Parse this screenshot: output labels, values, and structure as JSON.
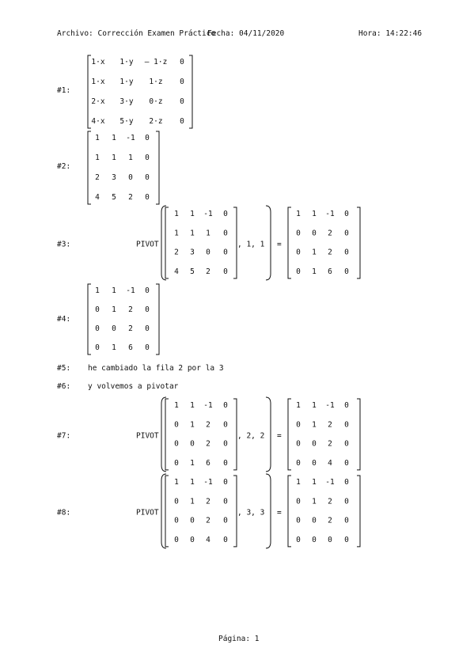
{
  "header": {
    "archivo": "Archivo: Corrección Examen Práctico",
    "fecha": "Fecha: 04/11/2020",
    "hora": "Hora: 14:22:46"
  },
  "entries": [
    {
      "label": "#1:",
      "kind": "matrix",
      "cells": [
        [
          "1·x",
          "1·y",
          "– 1·z",
          "0"
        ],
        [
          "1·x",
          "1·y",
          "1·z",
          "0"
        ],
        [
          "2·x",
          "3·y",
          "0·z",
          "0"
        ],
        [
          "4·x",
          "5·y",
          "2·z",
          "0"
        ]
      ]
    },
    {
      "label": "#2:",
      "kind": "matrix",
      "cells": [
        [
          "1",
          "1",
          "-1",
          "0"
        ],
        [
          "1",
          "1",
          "1",
          "0"
        ],
        [
          "2",
          "3",
          "0",
          "0"
        ],
        [
          "4",
          "5",
          "2",
          "0"
        ]
      ]
    },
    {
      "label": "#3:",
      "kind": "pivot",
      "fn": "PIVOT",
      "args": ", 1, 1",
      "eq": "=",
      "input": [
        [
          "1",
          "1",
          "-1",
          "0"
        ],
        [
          "1",
          "1",
          "1",
          "0"
        ],
        [
          "2",
          "3",
          "0",
          "0"
        ],
        [
          "4",
          "5",
          "2",
          "0"
        ]
      ],
      "result": [
        [
          "1",
          "1",
          "-1",
          "0"
        ],
        [
          "0",
          "0",
          "2",
          "0"
        ],
        [
          "0",
          "1",
          "2",
          "0"
        ],
        [
          "0",
          "1",
          "6",
          "0"
        ]
      ]
    },
    {
      "label": "#4:",
      "kind": "matrix",
      "cells": [
        [
          "1",
          "1",
          "-1",
          "0"
        ],
        [
          "0",
          "1",
          "2",
          "0"
        ],
        [
          "0",
          "0",
          "2",
          "0"
        ],
        [
          "0",
          "1",
          "6",
          "0"
        ]
      ]
    },
    {
      "label": "#5:",
      "kind": "text",
      "text": "he cambiado la fila 2 por la 3"
    },
    {
      "label": "#6:",
      "kind": "text",
      "text": "y volvemos a pivotar"
    },
    {
      "label": "#7:",
      "kind": "pivot",
      "fn": "PIVOT",
      "args": ", 2, 2",
      "eq": "=",
      "input": [
        [
          "1",
          "1",
          "-1",
          "0"
        ],
        [
          "0",
          "1",
          "2",
          "0"
        ],
        [
          "0",
          "0",
          "2",
          "0"
        ],
        [
          "0",
          "1",
          "6",
          "0"
        ]
      ],
      "result": [
        [
          "1",
          "1",
          "-1",
          "0"
        ],
        [
          "0",
          "1",
          "2",
          "0"
        ],
        [
          "0",
          "0",
          "2",
          "0"
        ],
        [
          "0",
          "0",
          "4",
          "0"
        ]
      ]
    },
    {
      "label": "#8:",
      "kind": "pivot",
      "fn": "PIVOT",
      "args": ", 3, 3",
      "eq": "=",
      "input": [
        [
          "1",
          "1",
          "-1",
          "0"
        ],
        [
          "0",
          "1",
          "2",
          "0"
        ],
        [
          "0",
          "0",
          "2",
          "0"
        ],
        [
          "0",
          "0",
          "4",
          "0"
        ]
      ],
      "result": [
        [
          "1",
          "1",
          "-1",
          "0"
        ],
        [
          "0",
          "1",
          "2",
          "0"
        ],
        [
          "0",
          "0",
          "2",
          "0"
        ],
        [
          "0",
          "0",
          "0",
          "0"
        ]
      ]
    }
  ],
  "footer": {
    "page": "Página: 1"
  }
}
